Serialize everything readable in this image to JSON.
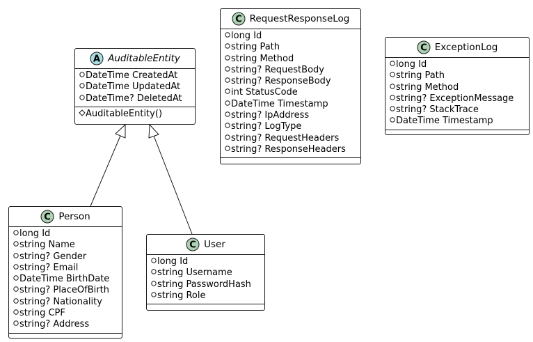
{
  "classes": {
    "auditable": {
      "name": "AuditableEntity",
      "badge": "A",
      "fields": [
        {
          "vis": "+",
          "text": "DateTime CreatedAt"
        },
        {
          "vis": "+",
          "text": "DateTime UpdatedAt"
        },
        {
          "vis": "+",
          "text": "DateTime? DeletedAt"
        }
      ],
      "methods": [
        {
          "vis": "#",
          "text": "AuditableEntity()"
        }
      ]
    },
    "request_log": {
      "name": "RequestResponseLog",
      "badge": "C",
      "fields": [
        {
          "vis": "+",
          "text": "long Id"
        },
        {
          "vis": "+",
          "text": "string Path"
        },
        {
          "vis": "+",
          "text": "string Method"
        },
        {
          "vis": "+",
          "text": "string? RequestBody"
        },
        {
          "vis": "+",
          "text": "string? ResponseBody"
        },
        {
          "vis": "+",
          "text": "int StatusCode"
        },
        {
          "vis": "+",
          "text": "DateTime Timestamp"
        },
        {
          "vis": "+",
          "text": "string? IpAddress"
        },
        {
          "vis": "+",
          "text": "string? LogType"
        },
        {
          "vis": "+",
          "text": "string? RequestHeaders"
        },
        {
          "vis": "+",
          "text": "string? ResponseHeaders"
        }
      ]
    },
    "exception_log": {
      "name": "ExceptionLog",
      "badge": "C",
      "fields": [
        {
          "vis": "+",
          "text": "long Id"
        },
        {
          "vis": "+",
          "text": "string Path"
        },
        {
          "vis": "+",
          "text": "string Method"
        },
        {
          "vis": "+",
          "text": "string? ExceptionMessage"
        },
        {
          "vis": "+",
          "text": "string? StackTrace"
        },
        {
          "vis": "+",
          "text": "DateTime Timestamp"
        }
      ]
    },
    "person": {
      "name": "Person",
      "badge": "C",
      "fields": [
        {
          "vis": "+",
          "text": "long Id"
        },
        {
          "vis": "+",
          "text": "string Name"
        },
        {
          "vis": "+",
          "text": "string? Gender"
        },
        {
          "vis": "+",
          "text": "string? Email"
        },
        {
          "vis": "+",
          "text": "DateTime BirthDate"
        },
        {
          "vis": "+",
          "text": "string? PlaceOfBirth"
        },
        {
          "vis": "+",
          "text": "string? Nationality"
        },
        {
          "vis": "+",
          "text": "string CPF"
        },
        {
          "vis": "+",
          "text": "string? Address"
        }
      ]
    },
    "user": {
      "name": "User",
      "badge": "C",
      "fields": [
        {
          "vis": "+",
          "text": "long Id"
        },
        {
          "vis": "+",
          "text": "string Username"
        },
        {
          "vis": "+",
          "text": "string PasswordHash"
        },
        {
          "vis": "+",
          "text": "string Role"
        }
      ]
    }
  },
  "relations": [
    {
      "from": "Person",
      "to": "AuditableEntity",
      "type": "inheritance"
    },
    {
      "from": "User",
      "to": "AuditableEntity",
      "type": "inheritance"
    }
  ],
  "colors": {
    "badge_class": "#ADD1B2",
    "badge_abstract": "#A9DCDF",
    "line": "#181818",
    "fill": "#ffffff"
  },
  "icons": {
    "field_public": "circle-outline",
    "method_protected": "diamond-outline"
  }
}
